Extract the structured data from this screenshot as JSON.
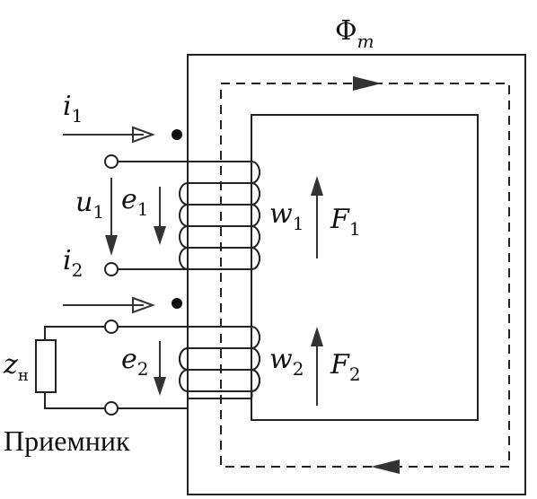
{
  "flux": {
    "base": "Φ",
    "sub": "m"
  },
  "primary": {
    "current": {
      "base": "i",
      "sub": "1"
    },
    "voltage": {
      "base": "u",
      "sub": "1"
    },
    "emf": {
      "base": "e",
      "sub": "1"
    },
    "turns": {
      "base": "w",
      "sub": "1"
    },
    "mmf": {
      "base": "F",
      "sub": "1"
    }
  },
  "secondary": {
    "current": {
      "base": "i",
      "sub": "2"
    },
    "emf": {
      "base": "e",
      "sub": "2"
    },
    "turns": {
      "base": "w",
      "sub": "2"
    },
    "mmf": {
      "base": "F",
      "sub": "2"
    }
  },
  "load": {
    "base": "z",
    "sub": "н"
  },
  "receiver_label": "Приемник"
}
